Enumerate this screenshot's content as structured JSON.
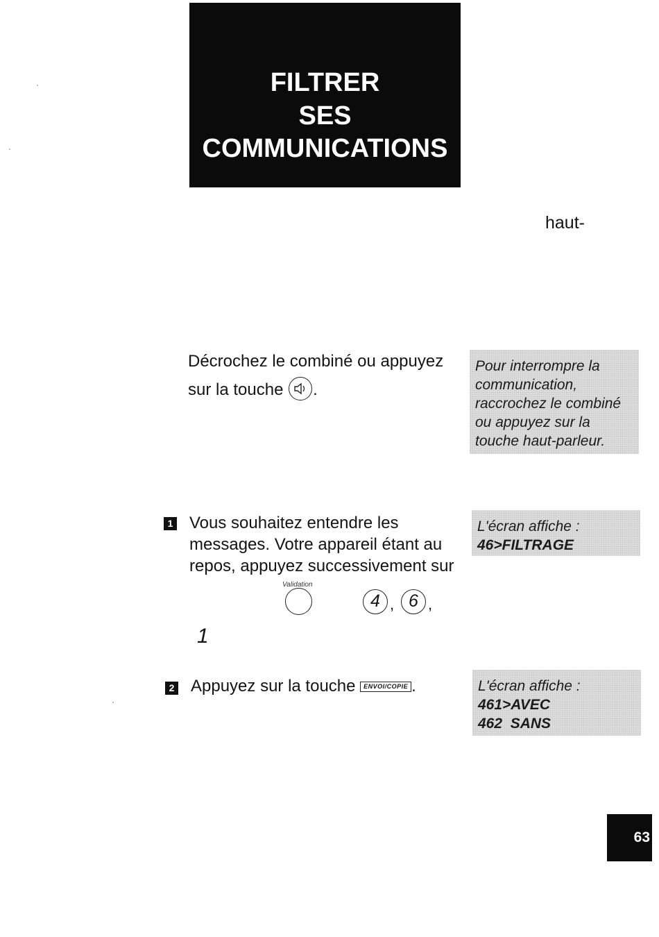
{
  "title": {
    "line1": "FILTRER",
    "line2": "SES",
    "line3": "COMMUNICATIONS"
  },
  "fragment": "haut-",
  "intro": {
    "text_before_key": "Décrochez le combiné ou appuyez sur la touche ",
    "text_after_key": "."
  },
  "note_hangup": {
    "lines": [
      "Pour interrompre la",
      "communication,",
      "raccrochez le combiné",
      "ou appuyez sur la",
      "touche haut-parleur."
    ]
  },
  "step1": {
    "number": "1",
    "text": "Vous souhaitez entendre les messages. Votre appareil étant au repos, appuyez successivement sur",
    "validation_label": "Validation",
    "key_4": "4",
    "key_6": "6",
    "comma": ",",
    "digit_1": "1",
    "screen_label": "L'écran affiche :",
    "screen_value": "46>FILTRAGE"
  },
  "step2": {
    "number": "2",
    "text_before_key": "Appuyez sur la touche ",
    "key_label": "ENVOI/COPIE",
    "text_after_key": ".",
    "screen_label": "L'écran affiche :",
    "screen_line1": "461>AVEC",
    "screen_line2": "462  SANS"
  },
  "page_number": "63",
  "icons": {
    "speaker_key": "speaker-icon"
  }
}
